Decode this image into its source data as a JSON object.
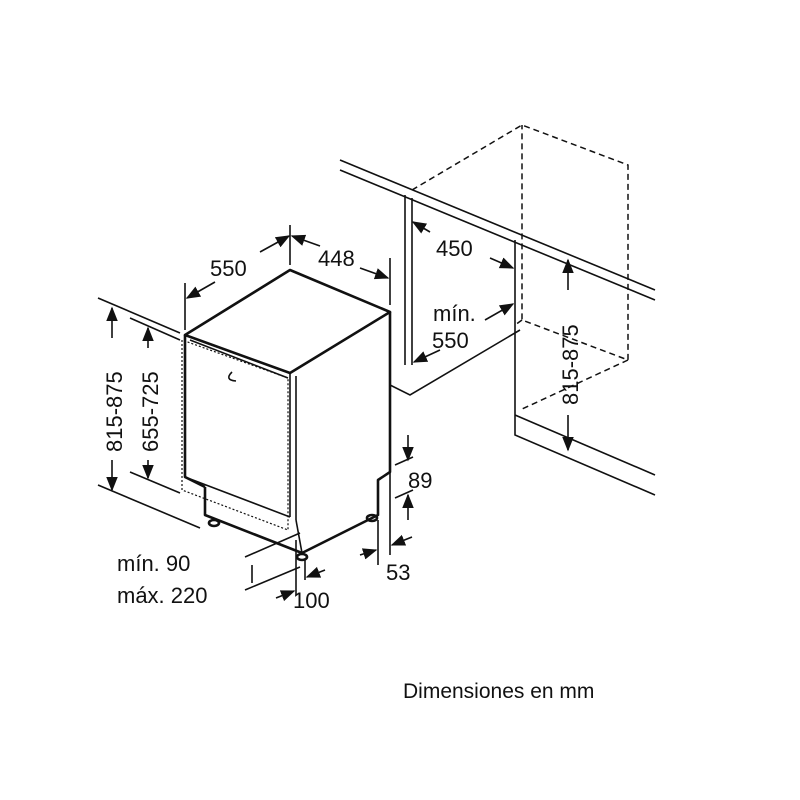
{
  "dimensions": {
    "depth": "550",
    "width": "448",
    "height_total": "815-875",
    "height_door": "655-725",
    "plinth_height": "89",
    "plinth_depth": "53",
    "plinth_range_min": "mín. 90",
    "plinth_range_max": "máx. 220",
    "foot_offset": "100",
    "niche_width": "450",
    "niche_depth_label": "mín.",
    "niche_depth": "550",
    "niche_height": "815-875"
  },
  "caption": "Dimensiones en mm"
}
